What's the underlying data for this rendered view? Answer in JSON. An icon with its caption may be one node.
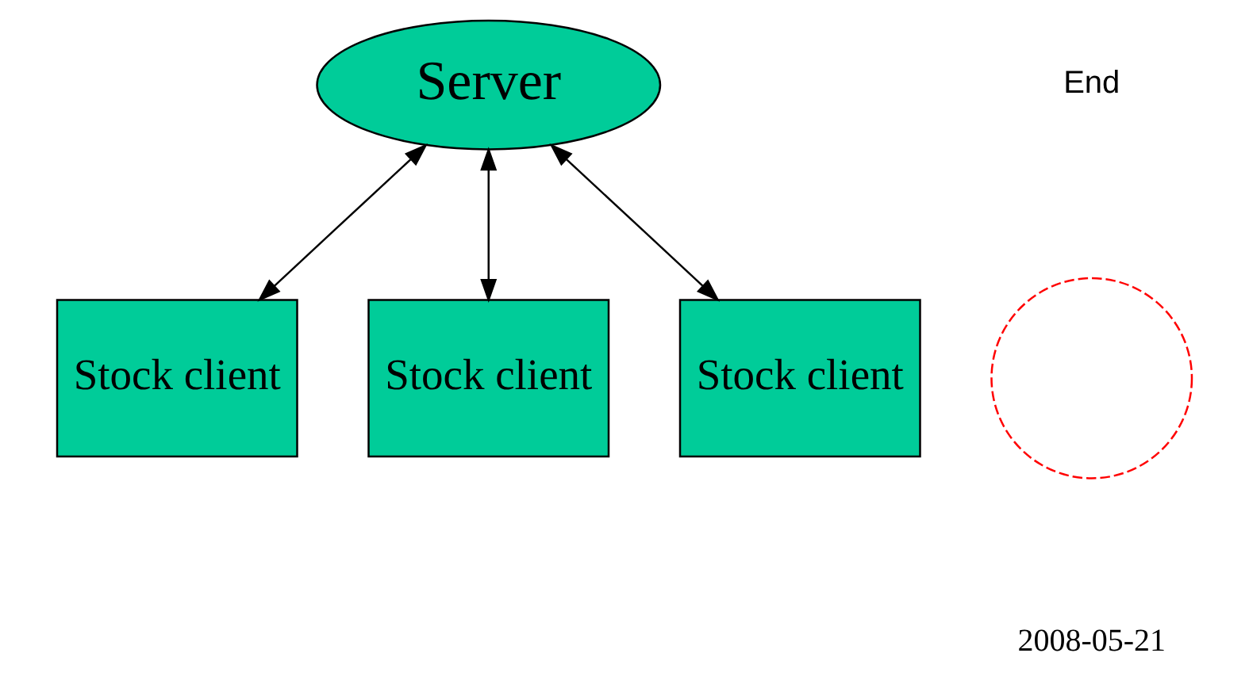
{
  "diagram": {
    "nodes": [
      {
        "text": [
          "Server"
        ]
      },
      {
        "text": [],
        "shape": "circle"
      },
      {
        "text": [
          "Stock client"
        ]
      },
      {
        "text": [
          "Stock client"
        ]
      },
      {
        "text": [
          "Stock client"
        ]
      }
    ],
    "edges": [
      {
        "from": 0,
        "to": 2,
        "arrow": "both"
      },
      {
        "from": 0,
        "to": 3,
        "arrow": "both"
      },
      {
        "from": 0,
        "to": 4,
        "arrow": "both"
      }
    ],
    "labels": [
      "End",
      "2008-05-21"
    ]
  }
}
